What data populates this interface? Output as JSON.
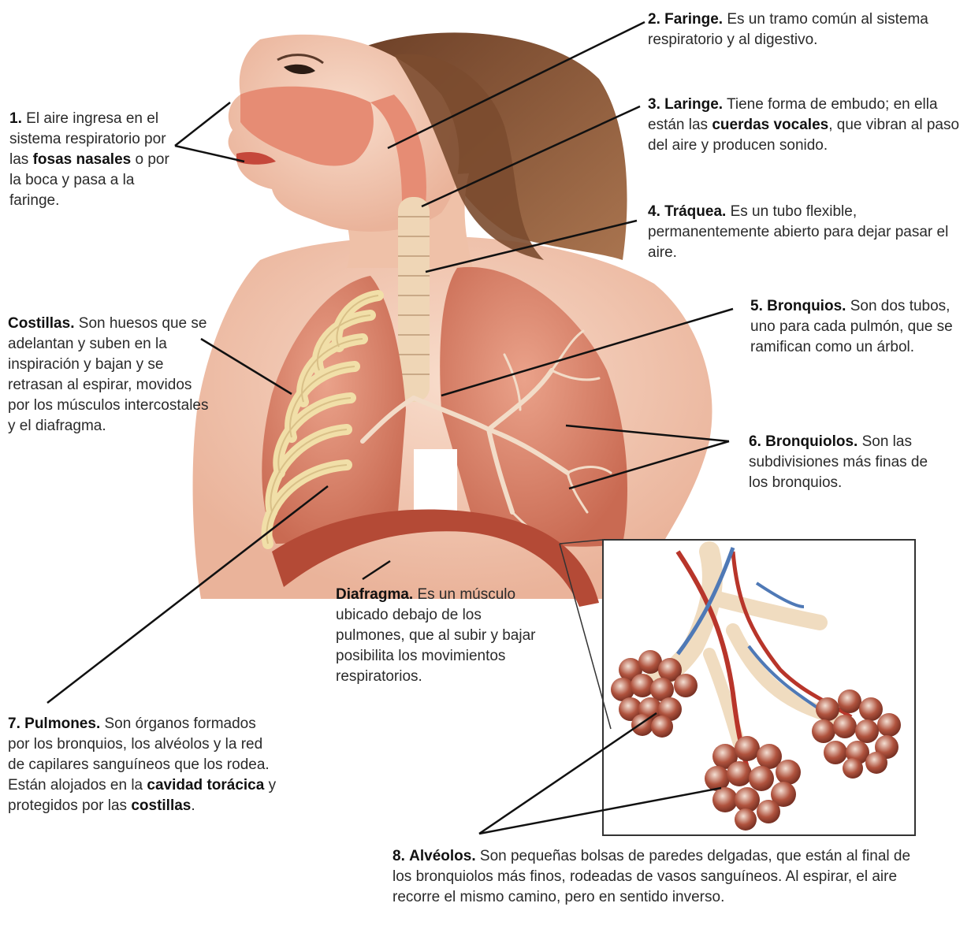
{
  "labels": {
    "l1": {
      "num": "1.",
      "text_a": "El aire ingresa en el sistema respiratorio por las",
      "bold_a": "fosas nasales",
      "text_b": "o por la boca y pasa a la faringe."
    },
    "l2": {
      "num": "2.",
      "term": "Faringe.",
      "text": "Es un tramo común al sistema respiratorio y al digestivo."
    },
    "l3": {
      "num": "3.",
      "term": "Laringe.",
      "text_a": "Tiene forma de embudo; en ella están las",
      "bold_a": "cuerdas vocales",
      "text_b": ", que vibran al paso del aire y producen sonido."
    },
    "l4": {
      "num": "4.",
      "term": "Tráquea.",
      "text": "Es un tubo flexible, permanentemente abierto para dejar pasar el aire."
    },
    "l5": {
      "num": "5.",
      "term": "Bronquios.",
      "text": "Son dos tubos, uno para cada pulmón, que se ramifican como un árbol."
    },
    "l6": {
      "num": "6.",
      "term": "Bronquiolos.",
      "text": "Son las subdivisiones más finas de los bronquios."
    },
    "costillas": {
      "term": "Costillas.",
      "text": "Son huesos que se adelantan y suben en la inspiración y bajan y se retrasan al espirar, movidos por los músculos intercostales y el diafragma."
    },
    "diafragma": {
      "term": "Diafragma.",
      "text": "Es un músculo ubicado debajo de los pulmones, que al subir y bajar posibilita los movimientos respiratorios."
    },
    "l7": {
      "num": "7.",
      "term": "Pulmones.",
      "text_a": "Son órganos formados por los bronquios, los alvéolos y la red de capilares sanguíneos que los rodea. Están alojados en la",
      "bold_a": "cavidad torácica",
      "text_b": "y protegidos por las",
      "bold_b": "costillas",
      "text_c": "."
    },
    "l8": {
      "num": "8.",
      "term": "Alvéolos.",
      "text": "Son pequeñas bolsas de paredes delgadas, que están al final de los bronquiolos más finos, rodeadas de vasos sanguíneos. Al espirar, el aire recorre el mismo camino, pero en sentido inverso."
    }
  },
  "colors": {
    "skin": "#f3cdb6",
    "hair": "#8a5a3c",
    "lung": "#d9836a",
    "diaphragm": "#b44a36",
    "rib": "#f1dfa8",
    "vein": "#4f79b6",
    "artery": "#b8352a",
    "alveoli": "#9a4430"
  }
}
